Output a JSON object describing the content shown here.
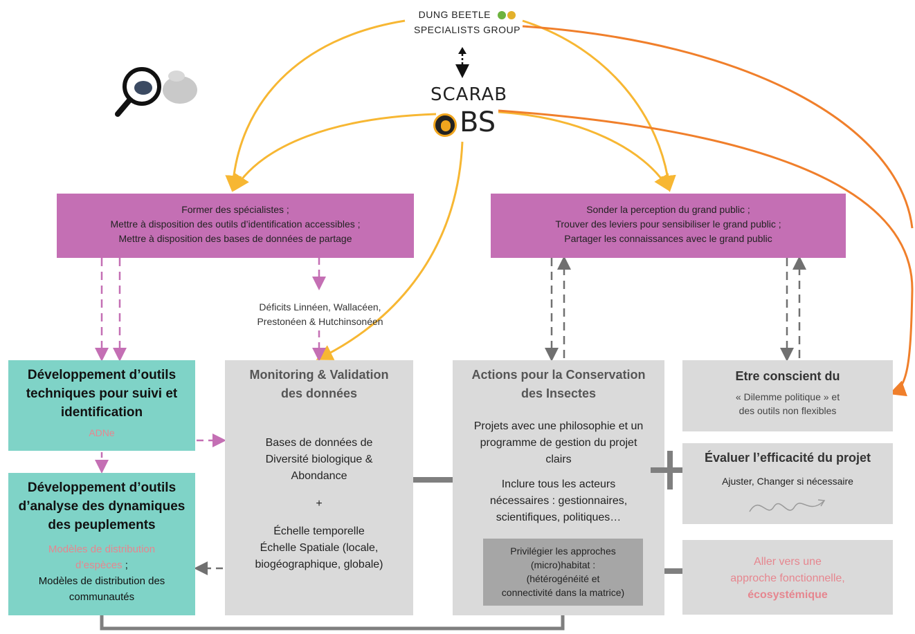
{
  "org": {
    "dbsg_line1": "DUNG BEETLE",
    "dbsg_line2": "SPECIALISTS GROUP",
    "scarab_word": "SCARAB",
    "obs_word": "BS"
  },
  "top_left": {
    "line1": "Former des spécialistes ;",
    "line2": "Mettre à disposition des outils d’identification accessibles ;",
    "line3": "Mettre à disposition des bases de données de partage"
  },
  "top_right": {
    "line1": "Sonder la perception du grand public ;",
    "line2": "Trouver des leviers pour sensibiliser le grand public ;",
    "line3": "Partager les connaissances avec le grand public"
  },
  "deficits": {
    "line1": "Déficits Linnéen, Wallacéen,",
    "line2": "Prestonéen & Hutchinsonéen"
  },
  "tools_box": {
    "title1": "Développement d’outils",
    "title2": "techniques pour suivi et",
    "title3": "identification",
    "sub": "ADNe"
  },
  "analysis_box": {
    "title1": "Développement d’outils",
    "title2": "d’analyse des dynamiques",
    "title3": "des peuplements",
    "pink1": "Modèles de distribution",
    "pink2": "d’espèces",
    "semicolon": " ;",
    "line3": "Modèles de distribution des",
    "line4": "communautés"
  },
  "monitoring": {
    "title1": "Monitoring & Validation",
    "title2": "des données",
    "l1": "Bases de données de",
    "l2": "Diversité biologique &",
    "l3": "Abondance",
    "plus": "+",
    "l4": "Échelle temporelle",
    "l5": "Échelle Spatiale (locale,",
    "l6": "biogéographique, globale)"
  },
  "actions": {
    "title1": "Actions pour la Conservation",
    "title2": "des Insectes",
    "p1a": "Projets avec une philosophie et un",
    "p1b": "programme de gestion du projet",
    "p1c": "clairs",
    "p2a": "Inclure tous les acteurs",
    "p2b": "nécessaires : gestionnaires,",
    "p2c": "scientifiques, politiques…",
    "sub1": "Privilégier les approches",
    "sub2": "(micro)habitat :",
    "sub3": "(hétérogénéité et",
    "sub4": "connectivité dans la matrice)"
  },
  "aware": {
    "title": "Etre conscient du",
    "l1": "« Dilemme politique » et",
    "l2": "des outils non flexibles"
  },
  "evaluate": {
    "title": "Évaluer l’efficacité du projet",
    "l1": "Ajuster, Changer si nécessaire"
  },
  "functional": {
    "l1": "Aller vers une",
    "l2": "approche fonctionnelle,",
    "l3": "écosystémique"
  },
  "big_plus": "+",
  "colors": {
    "purple": "#c46fb4",
    "teal": "#7fd3c7",
    "grey": "#dadada",
    "dark_grey": "#a6a6a6",
    "pink_text": "#e6868f",
    "yellow_arrow": "#f7b733",
    "orange_arrow": "#f07f2b"
  }
}
